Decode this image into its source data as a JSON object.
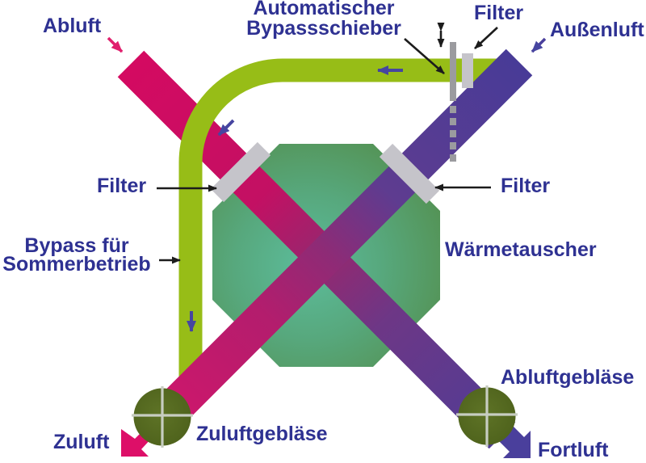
{
  "diagram": {
    "title_hint": "Heat-recovery ventilation unit schematic",
    "labels": {
      "abluft": "Abluft",
      "auto_bypass_line1": "Automatischer",
      "auto_bypass_line2": "Bypassschieber",
      "filter_top": "Filter",
      "aussenluft": "Außenluft",
      "filter_left": "Filter",
      "filter_right": "Filter",
      "bypass_line1": "Bypass für",
      "bypass_line2": "Sommerbetrieb",
      "waermetauscher": "Wärmetauscher",
      "abluftgeblaese": "Abluftgebläse",
      "fortluft": "Fortluft",
      "zuluft": "Zuluft",
      "zuluftgeblaese": "Zuluftgebläse"
    },
    "colors": {
      "label_text": "#2e3192",
      "warm_air_pink": "#d40a61",
      "cold_air_purple": "#4a3c98",
      "mixed_air_plum": "#8e2b76",
      "bypass_duct_green": "#97bd17",
      "heat_exchanger_center": "#5cbc9b",
      "heat_exchanger_edge": "#549254",
      "fan_olive": "#55691e",
      "filter_gray": "#c5c4ca",
      "slider_gray": "#9b9b9f",
      "flow_arrow_indigo": "#4645a0",
      "callout_arrow_black": "#1c1c1c"
    }
  }
}
